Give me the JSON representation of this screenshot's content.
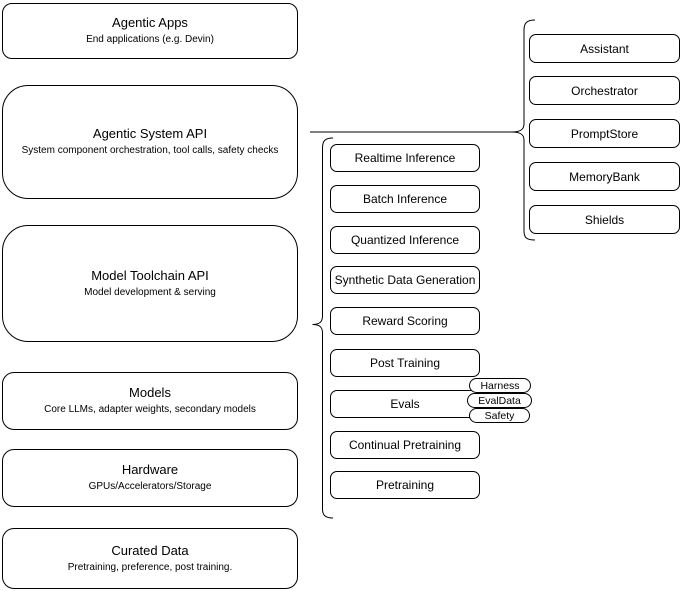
{
  "diagram": {
    "colors": {
      "stroke": "#000000",
      "background": "#ffffff",
      "text": "#000000"
    },
    "left_column": [
      {
        "title": "Agentic Apps",
        "subtitle": "End applications (e.g. Devin)"
      },
      {
        "title": "Agentic System API",
        "subtitle": "System component orchestration, tool calls, safety checks"
      },
      {
        "title": "Model Toolchain API",
        "subtitle": "Model development & serving"
      },
      {
        "title": "Models",
        "subtitle": "Core LLMs, adapter weights, secondary models"
      },
      {
        "title": "Hardware",
        "subtitle": "GPUs/Accelerators/Storage"
      },
      {
        "title": "Curated Data",
        "subtitle": "Pretraining, preference, post training."
      }
    ],
    "middle_column": [
      "Realtime Inference",
      "Batch Inference",
      "Quantized Inference",
      "Synthetic Data Generation",
      "Reward Scoring",
      "Post Training",
      "Evals",
      "Continual Pretraining",
      "Pretraining"
    ],
    "evals_tags": [
      "Harness",
      "EvalData",
      "Safety"
    ],
    "right_column": [
      "Assistant",
      "Orchestrator",
      "PromptStore",
      "MemoryBank",
      "Shields"
    ]
  }
}
